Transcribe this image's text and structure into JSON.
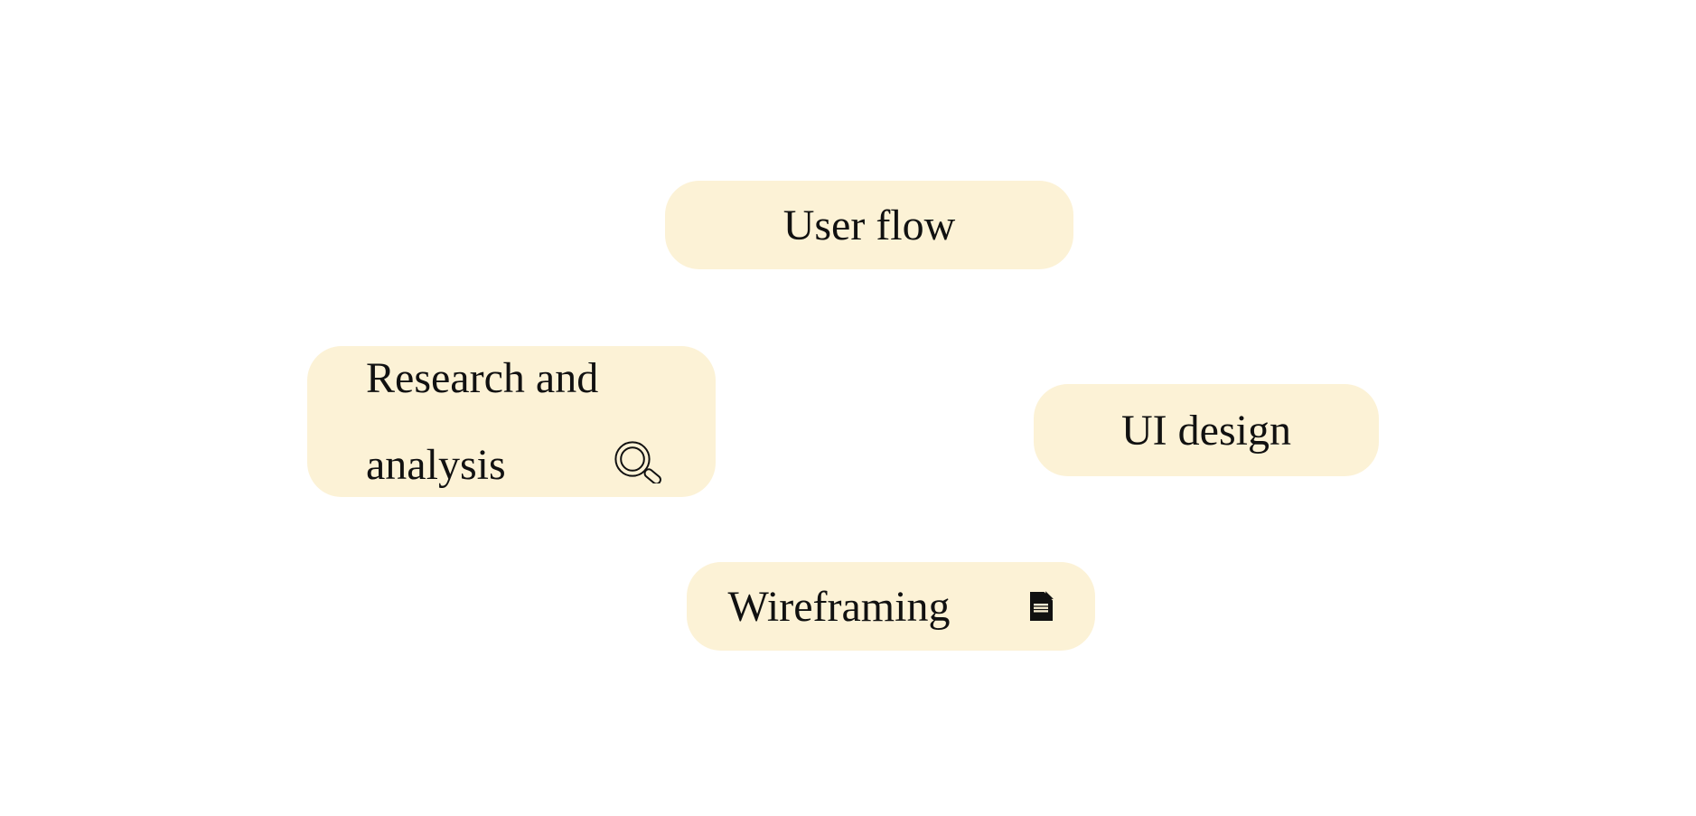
{
  "colors": {
    "canvas_bg": "#ffffff",
    "card_bg": "#fcf2d6",
    "text": "#111111",
    "icon": "#111111"
  },
  "cards": [
    {
      "id": "user-flow",
      "label": "User flow",
      "icon": null
    },
    {
      "id": "research-analysis",
      "label": "Research and analysis",
      "icon": "magnifying-glass-icon"
    },
    {
      "id": "ui-design",
      "label": "UI design",
      "icon": null
    },
    {
      "id": "wireframing",
      "label": "Wireframing",
      "icon": "document-icon"
    }
  ]
}
